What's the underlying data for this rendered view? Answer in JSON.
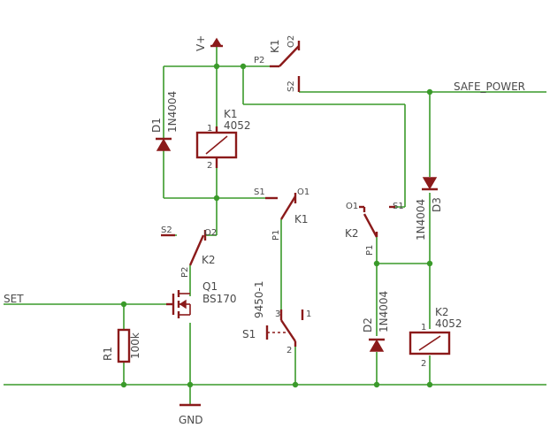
{
  "labels": {
    "vplus": "V+",
    "gnd": "GND",
    "set": "SET",
    "safe_power": "SAFE_POWER",
    "d1_name": "D1",
    "d1_value": "1N4004",
    "d2_name": "D2",
    "d2_value": "1N4004",
    "d3_name": "D3",
    "d3_value": "1N4004",
    "k1_name": "K1",
    "k1_value": "4052",
    "k2_name": "K2",
    "k2_value": "4052",
    "q1_name": "Q1",
    "q1_value": "BS170",
    "r1_name": "R1",
    "r1_value": "100k",
    "s1_name": "S1",
    "s1_value": "9450-1",
    "k1_contact": "K1",
    "k2_contact": "K2",
    "k1_top": "K1"
  },
  "pins": {
    "one": "1",
    "two": "2",
    "three": "3",
    "p1": "P1",
    "p2": "P2",
    "o1": "O1",
    "o2": "O2",
    "s1": "S1",
    "s2": "S2"
  },
  "colors": {
    "wire": "#3a9a2a",
    "symbol": "#8b1a1a",
    "text": "#4a4a4a"
  }
}
